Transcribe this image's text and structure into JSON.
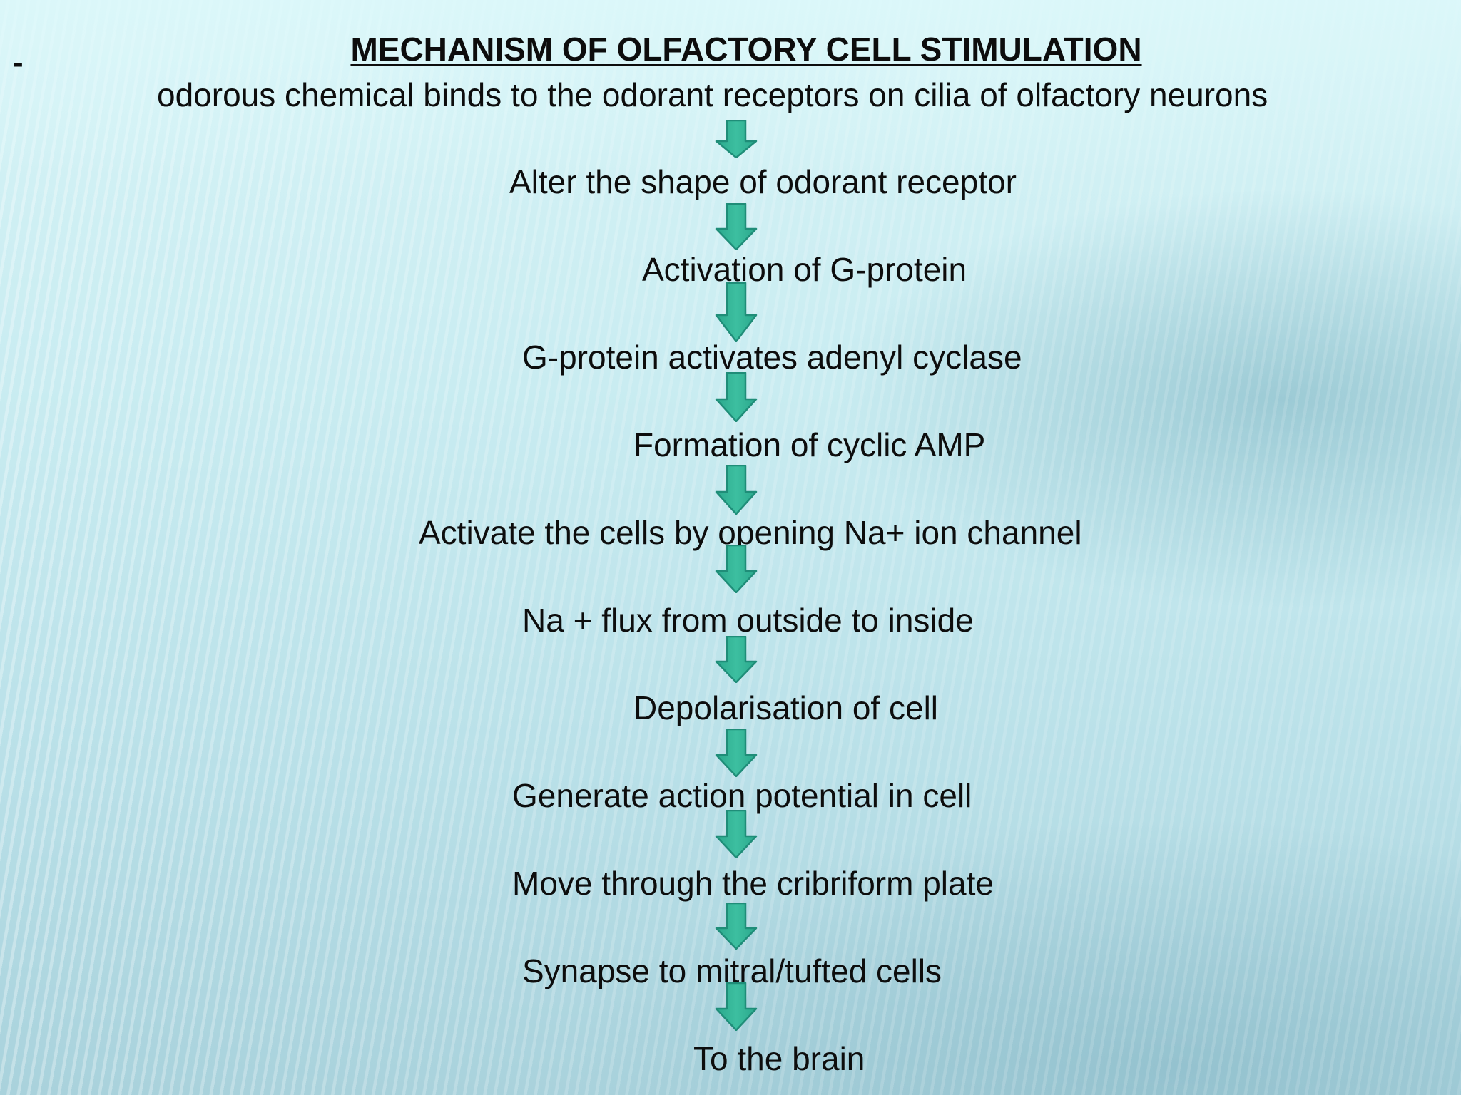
{
  "marker": "-",
  "title": "MECHANISM OF OLFACTORY CELL STIMULATION",
  "steps": [
    "odorous chemical binds to the odorant receptors on cilia of olfactory neurons",
    "Alter the shape of odorant receptor",
    "Activation of G-protein",
    "G-protein activates adenyl cyclase",
    "Formation of cyclic AMP",
    "Activate the cells by opening Na+  ion channel",
    "Na + flux from outside to inside",
    "Depolarisation of cell",
    "Generate action potential in cell",
    "Move through the cribriform plate",
    "Synapse to mitral/tufted cells",
    "To the brain"
  ],
  "colors": {
    "arrow_fill": "#3dbfa0",
    "arrow_stroke": "#1f8d78",
    "text": "#0d0d0d"
  },
  "icons": {
    "flow_arrow": "down-arrow-icon"
  }
}
